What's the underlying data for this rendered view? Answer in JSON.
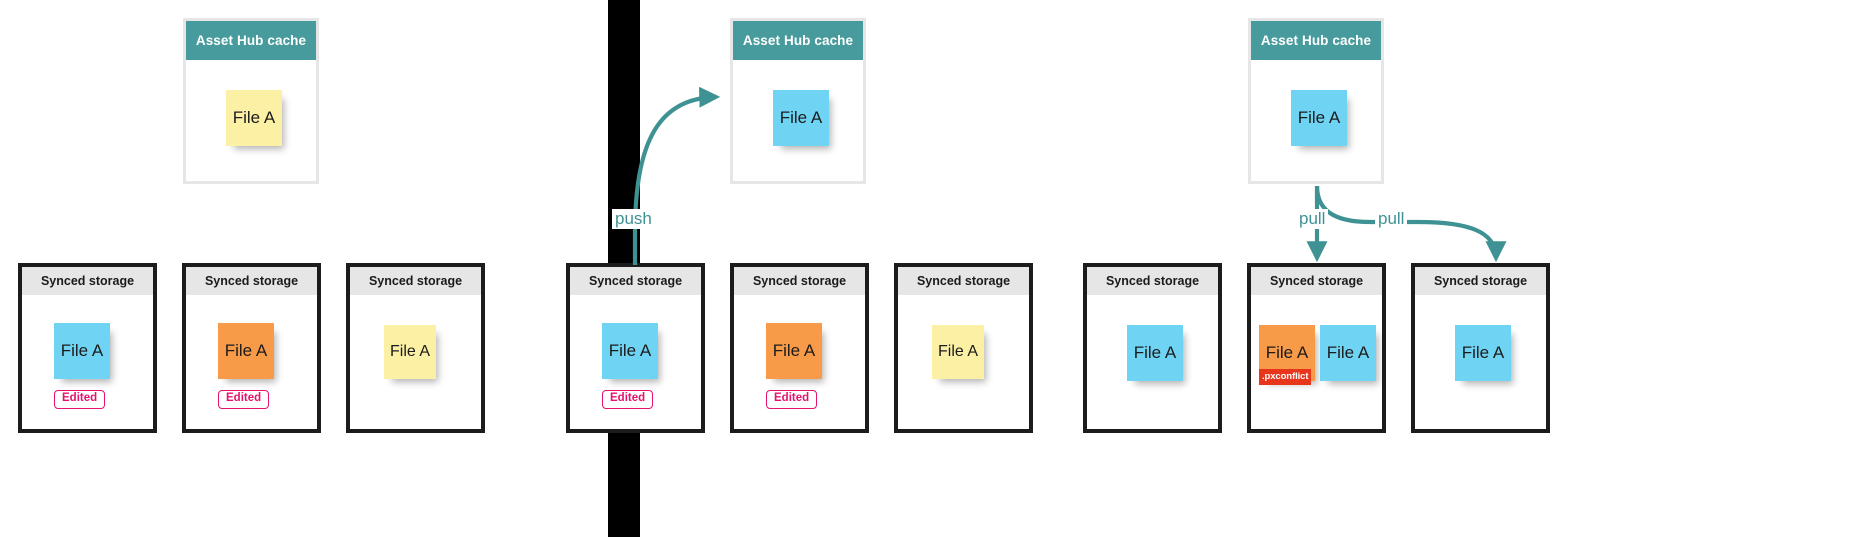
{
  "theme": {
    "teal": "#479b9c",
    "arrow_teal": "#3f9294",
    "note_blue": "#6fd4f4",
    "note_orange": "#f79b49",
    "note_yellow": "#fbf0a4",
    "edited_pink": "#e5136e",
    "conflict_red": "#e8361c",
    "header_gray": "#e6e6e6",
    "divider_black": "#000000"
  },
  "labels": {
    "cache_title": "Asset Hub cache",
    "store_title": "Synced storage",
    "file_name": "File A",
    "edited": "Edited",
    "conflict": ".pxconflict",
    "push": "push",
    "pull": "pull"
  },
  "panels": [
    {
      "id": "panel-initial",
      "cache": {
        "title": "Asset Hub cache",
        "notes": [
          {
            "label": "File A",
            "color": "yellow"
          }
        ]
      },
      "stores": [
        {
          "title": "Synced storage",
          "notes": [
            {
              "label": "File A",
              "color": "blue"
            }
          ],
          "badges": [
            {
              "type": "edited",
              "label": "Edited"
            }
          ]
        },
        {
          "title": "Synced storage",
          "notes": [
            {
              "label": "File A",
              "color": "orange"
            }
          ],
          "badges": [
            {
              "type": "edited",
              "label": "Edited"
            }
          ]
        },
        {
          "title": "Synced storage",
          "notes": [
            {
              "label": "File A",
              "color": "yellow"
            }
          ],
          "badges": []
        }
      ],
      "arrows": []
    },
    {
      "id": "panel-push",
      "cache": {
        "title": "Asset Hub cache",
        "notes": [
          {
            "label": "File A",
            "color": "blue"
          }
        ]
      },
      "stores": [
        {
          "title": "Synced storage",
          "notes": [
            {
              "label": "File A",
              "color": "blue"
            }
          ],
          "badges": [
            {
              "type": "edited",
              "label": "Edited"
            }
          ]
        },
        {
          "title": "Synced storage",
          "notes": [
            {
              "label": "File A",
              "color": "orange"
            }
          ],
          "badges": [
            {
              "type": "edited",
              "label": "Edited"
            }
          ]
        },
        {
          "title": "Synced storage",
          "notes": [
            {
              "label": "File A",
              "color": "yellow"
            }
          ],
          "badges": []
        }
      ],
      "arrows": [
        {
          "label": "push",
          "direction": "up-right",
          "from": "store-1",
          "to": "cache"
        }
      ]
    },
    {
      "id": "panel-pull",
      "cache": {
        "title": "Asset Hub cache",
        "notes": [
          {
            "label": "File A",
            "color": "blue"
          }
        ]
      },
      "stores": [
        {
          "title": "Synced storage",
          "notes": [
            {
              "label": "File A",
              "color": "blue"
            }
          ],
          "badges": []
        },
        {
          "title": "Synced storage",
          "notes": [
            {
              "label": "File A",
              "color": "orange"
            },
            {
              "label": "File A",
              "color": "blue"
            }
          ],
          "badges": [
            {
              "type": "conflict",
              "label": ".pxconflict"
            }
          ]
        },
        {
          "title": "Synced storage",
          "notes": [
            {
              "label": "File A",
              "color": "blue"
            }
          ],
          "badges": []
        }
      ],
      "arrows": [
        {
          "label": "pull",
          "direction": "down",
          "from": "cache",
          "to": "store-2"
        },
        {
          "label": "pull",
          "direction": "down-right",
          "from": "cache",
          "to": "store-3"
        }
      ]
    }
  ]
}
